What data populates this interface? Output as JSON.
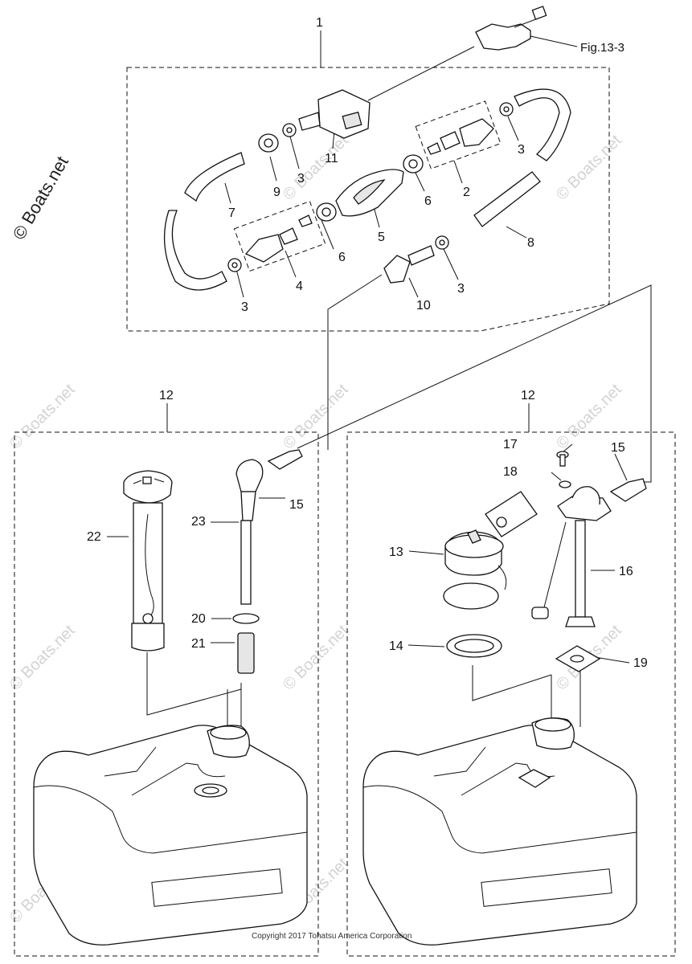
{
  "figure_ref": "Fig.13-3",
  "copyright": "Copyright 2017 Tohatsu America Corporation",
  "watermark": "© Boats.net",
  "side_watermark": "© Boats.net",
  "callouts": {
    "c1": "1",
    "c2": "2",
    "c3a": "3",
    "c3b": "3",
    "c3c": "3",
    "c3d": "3",
    "c4": "4",
    "c5": "5",
    "c6a": "6",
    "c6b": "6",
    "c7": "7",
    "c8": "8",
    "c9": "9",
    "c10": "10",
    "c11": "11",
    "c12a": "12",
    "c12b": "12",
    "c13": "13",
    "c14": "14",
    "c15a": "15",
    "c15b": "15",
    "c16": "16",
    "c17": "17",
    "c18": "18",
    "c19": "19",
    "c20": "20",
    "c21": "21",
    "c22": "22",
    "c23": "23"
  }
}
